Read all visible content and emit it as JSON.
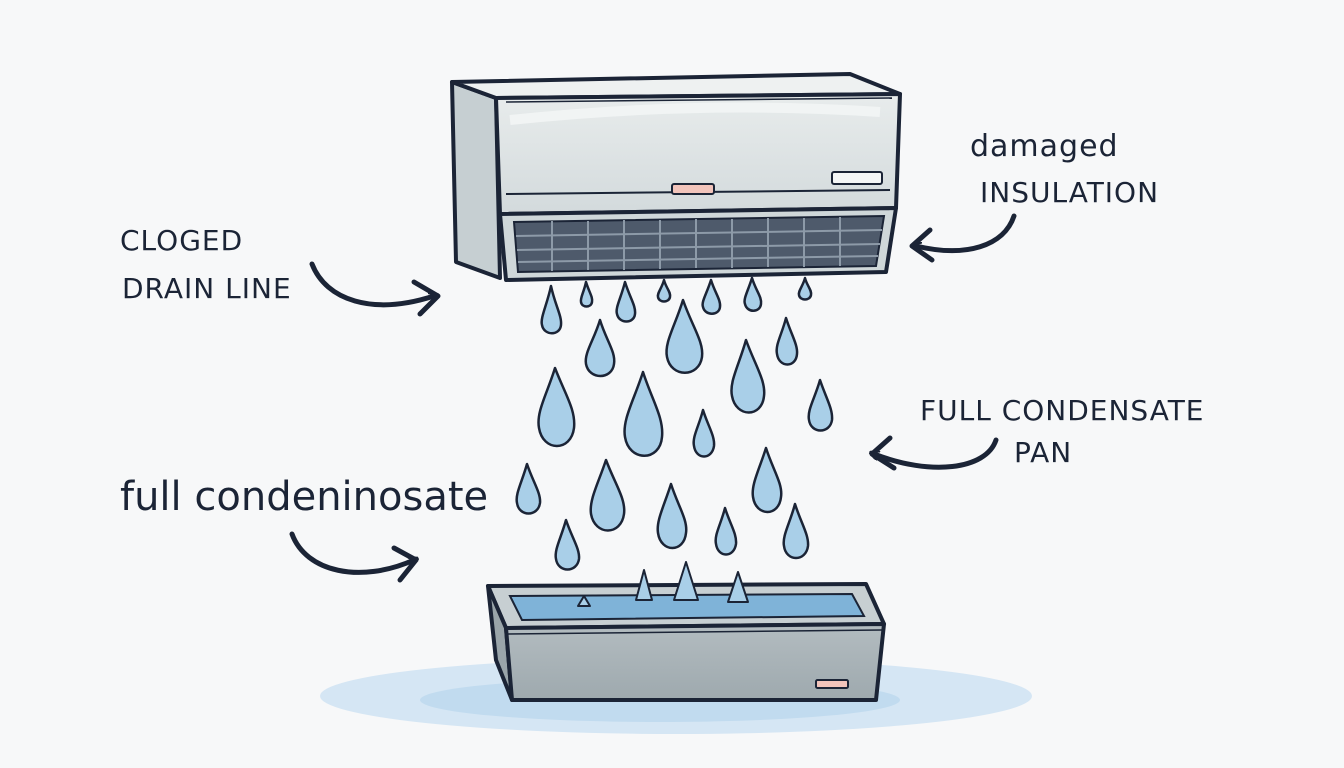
{
  "labels": {
    "clogged_line1": "CLOGED",
    "clogged_line2": "DRAIN LINE",
    "damaged_line1": "damaged",
    "damaged_line2": "INSULATION",
    "full_pan_line1": "FULL CONDENSATE",
    "full_pan_line2": "PAN",
    "full_left": "full condeninosate"
  },
  "colors": {
    "ink": "#1b2436",
    "unit_body": "#dfe5e6",
    "unit_side": "#c9d1d3",
    "vent": "#4e5a6b",
    "water": "#a9cfe8",
    "water_dark": "#7fb3d8",
    "pan": "#a9b3b7",
    "puddle": "#cfe3f3",
    "indicator": "#f2c4bb"
  },
  "icons": [
    "air-conditioner-unit-icon",
    "water-drop-icon",
    "drip-pan-icon",
    "curved-arrow-icon"
  ]
}
